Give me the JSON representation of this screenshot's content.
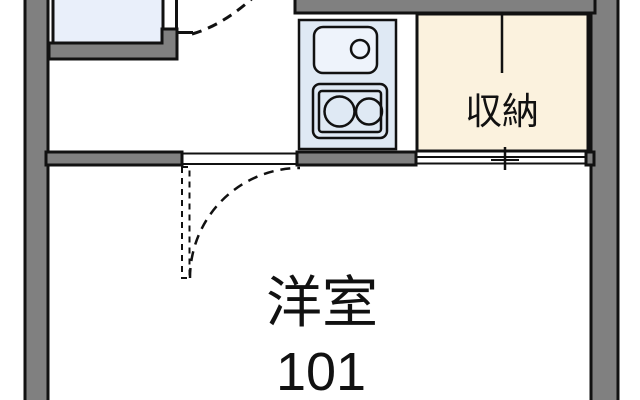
{
  "floorplan": {
    "rooms": {
      "western_room": {
        "name": "洋室",
        "number": "101"
      },
      "storage": {
        "name": "収納"
      }
    },
    "colors": {
      "wall_gray": "#808080",
      "line_black": "#111111",
      "storage_fill": "#fbf2de",
      "kitchen_fill": "#dfe9f4",
      "sink_fill": "#eef3fb",
      "bath_fill": "#e9effa",
      "background": "#ffffff"
    }
  }
}
